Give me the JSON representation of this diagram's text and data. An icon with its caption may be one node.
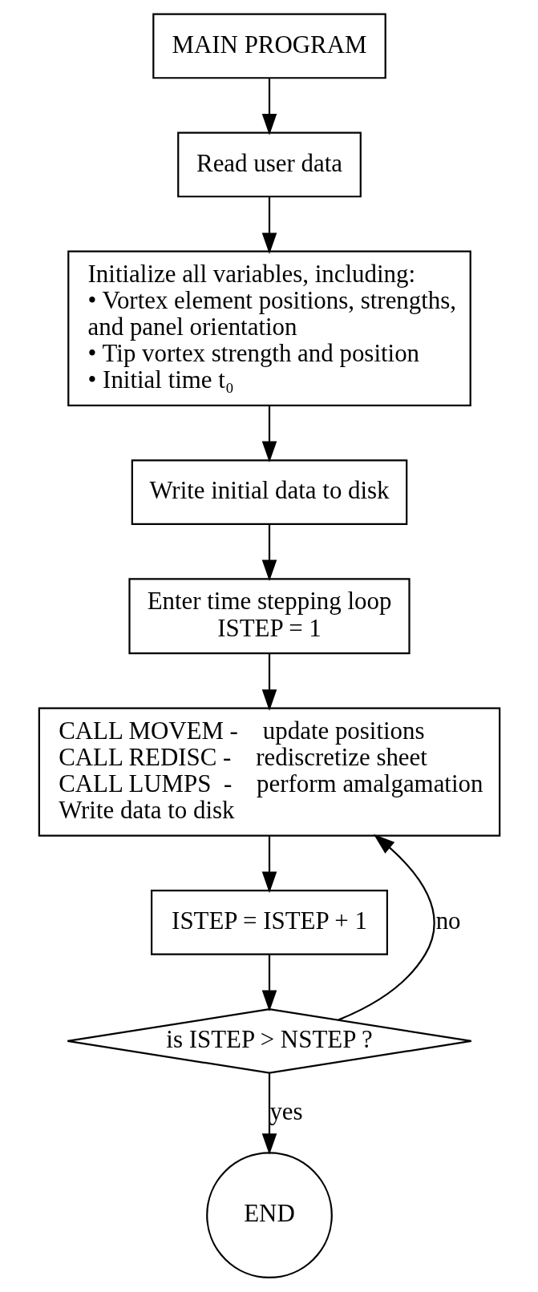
{
  "diagram": {
    "nodes": [
      {
        "text": [
          "MAIN PROGRAM"
        ]
      },
      {
        "text": [
          "Read user data"
        ]
      },
      {
        "text": [
          "Initialize all variables, including:",
          "• Vortex element positions, strengths, and panel orientation",
          "• Tip vortex strength and position",
          "• Initial time t₀"
        ]
      },
      {
        "text": [
          "Write initial data to disk"
        ]
      },
      {
        "text": [
          "Enter time stepping loop",
          "ISTEP = 1"
        ]
      },
      {
        "text": [
          "CALL MOVEM -    update positions",
          "CALL REDISC -    rediscretize sheet",
          "CALL LUMPS  -    perform amalgamation",
          "Write data to disk"
        ]
      },
      {
        "text": [
          "ISTEP = ISTEP + 1"
        ]
      },
      {
        "text": [
          "is ISTEP > NSTEP ?"
        ]
      },
      {
        "text": [
          "END"
        ]
      }
    ],
    "edges": [
      {
        "from": 0,
        "to": 1,
        "arrow": "to"
      },
      {
        "from": 1,
        "to": 2,
        "arrow": "to"
      },
      {
        "from": 2,
        "to": 3,
        "arrow": "to"
      },
      {
        "from": 3,
        "to": 4,
        "arrow": "to"
      },
      {
        "from": 4,
        "to": 5,
        "arrow": "to"
      },
      {
        "from": 5,
        "to": 6,
        "arrow": "to"
      },
      {
        "from": 6,
        "to": 7,
        "arrow": "to"
      },
      {
        "from": 7,
        "to": 8,
        "arrow": "to",
        "label": "yes"
      },
      {
        "from": 7,
        "to": 5,
        "arrow": "to",
        "label": "no"
      }
    ]
  }
}
